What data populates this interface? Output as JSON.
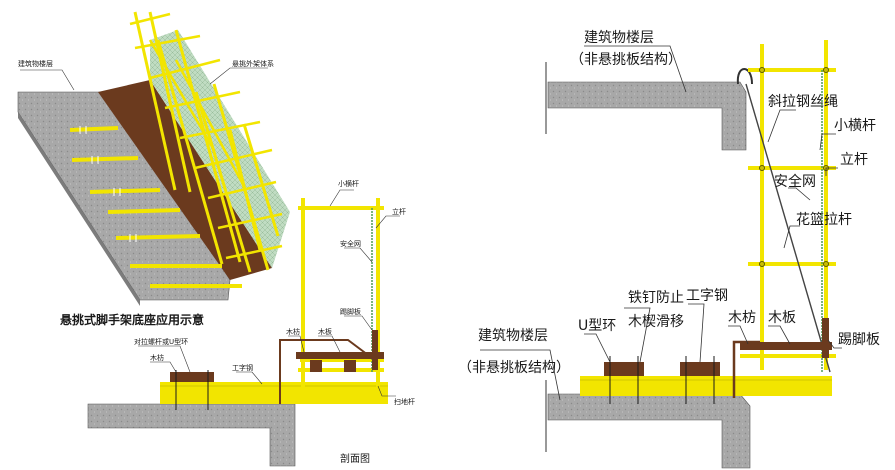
{
  "left_diagram": {
    "labels": {
      "building_floor": "建筑物楼层",
      "cantilever_frame": "悬挑外架体系",
      "small_crossbar": "小横杆",
      "vertical_pole": "立杆",
      "safety_net": "安全网",
      "toe_board": "踢脚板",
      "wood_square": "木枋",
      "wood_plank": "木板",
      "anchor_bolt": "对拉螺杆或U型环",
      "wood_square_2": "木枋",
      "i_beam": "工字钢",
      "sweep_pole": "扫地杆"
    },
    "title": "悬挑式脚手架底座应用示意",
    "section_title": "剖面图"
  },
  "right_diagram": {
    "labels": {
      "building_floor_top": "建筑物楼层",
      "non_cantilever_top": "（非悬挑板结构）",
      "diagonal_wire": "斜拉钢丝绳",
      "small_crossbar": "小横杆",
      "vertical_pole": "立杆",
      "safety_net": "安全网",
      "diagonal_brace": "花篮拉杆",
      "nail_anti_slip_1": "铁钉防止",
      "nail_anti_slip_2": "木楔滑移",
      "u_ring": "U型环",
      "i_beam": "工字钢",
      "wood_square": "木枋",
      "wood_plank": "木板",
      "toe_board": "踢脚板",
      "building_floor_bottom": "建筑物楼层",
      "non_cantilever_bottom": "（非悬挑板结构）"
    }
  },
  "colors": {
    "scaffold_yellow": "#f2e500",
    "concrete_gray": "#a8a8a8",
    "wood_brown": "#6b3a1e",
    "net_green": "#9fc9a2"
  }
}
